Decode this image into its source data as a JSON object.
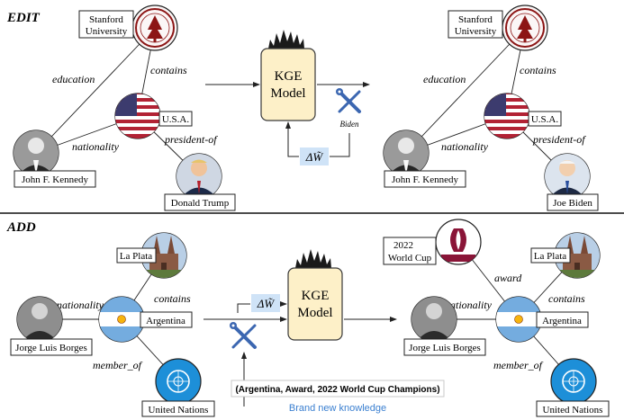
{
  "edit": {
    "section_label": "EDIT",
    "before": {
      "nodes": {
        "stanford": "Stanford University",
        "usa": "U.S.A.",
        "jfk": "John F. Kennedy",
        "trump": "Donald Trump"
      },
      "edges": {
        "education": "education",
        "contains": "contains",
        "nationality": "nationality",
        "president_of": "president-of"
      }
    },
    "model": {
      "line1": "KGE",
      "line2": "Model"
    },
    "tool_caption": "Biden",
    "delta_label": "ΔW̃",
    "after": {
      "nodes": {
        "stanford": "Stanford University",
        "usa": "U.S.A.",
        "jfk": "John F. Kennedy",
        "biden": "Joe Biden"
      },
      "edges": {
        "education": "education",
        "contains": "contains",
        "nationality": "nationality",
        "president_of": "president-of"
      }
    }
  },
  "add": {
    "section_label": "ADD",
    "before": {
      "nodes": {
        "laplata": "La Plata",
        "argentina": "Argentina",
        "borges": "Jorge Luis Borges",
        "un": "United Nations"
      },
      "edges": {
        "nationality": "nationality",
        "contains": "contains",
        "member_of": "member_of"
      }
    },
    "model": {
      "line1": "KGE",
      "line2": "Model"
    },
    "delta_label": "ΔW̃",
    "new_fact": "(Argentina, Award, 2022 World Cup Champions)",
    "new_fact_caption": "Brand new knowledge",
    "after": {
      "nodes": {
        "worldcup": "2022 World Cup",
        "laplata": "La Plata",
        "argentina": "Argentina",
        "borges": "Jorge Luis Borges",
        "un": "United Nations"
      },
      "edges": {
        "award": "award",
        "nationality": "nationality",
        "contains": "contains",
        "member_of": "member_of"
      }
    }
  },
  "colors": {
    "model_fill": "#fdf0c8",
    "model_stroke": "#3a3a3a",
    "delta_fill": "#cfe3f7",
    "tool_blue": "#3c67b1",
    "caption_blue": "#3a7fd0",
    "argentina_blue": "#74acdf",
    "un_blue": "#1d8fd8",
    "stanford_red": "#8c1515"
  }
}
